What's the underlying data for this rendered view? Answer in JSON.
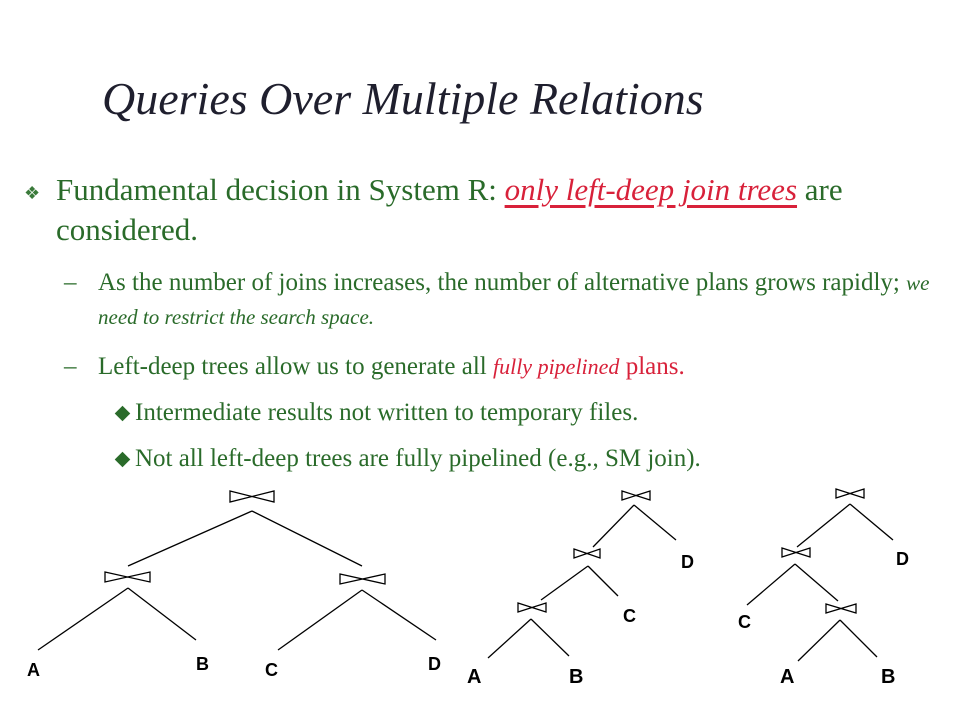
{
  "title": "Queries Over Multiple Relations",
  "bullet": {
    "text_before": "Fundamental decision in System R:  ",
    "emphasis": "only left-deep join trees",
    "text_after": " are considered."
  },
  "sub_points": [
    {
      "text": "As the number of joins increases, the number of alternative plans grows rapidly; ",
      "emphasis": "we need to restrict the search space."
    },
    {
      "text_before": "Left-deep trees allow us to generate all ",
      "emphasis": "fully pipelined",
      "text_after": " plans."
    }
  ],
  "sub_sub_points": [
    "Intermediate results not written to temporary files.",
    "Not all left-deep trees are fully pipelined (e.g., SM join)."
  ],
  "tree_labels": {
    "bushy": [
      "A",
      "B",
      "C",
      "D"
    ],
    "left_deep": [
      "A",
      "B",
      "C",
      "D"
    ],
    "other": [
      "A",
      "B",
      "C",
      "D"
    ]
  }
}
